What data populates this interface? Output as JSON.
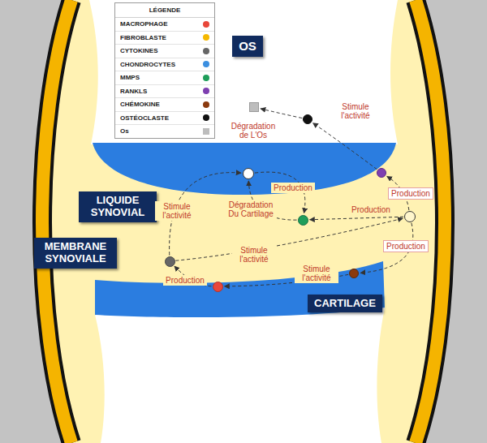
{
  "diagram": {
    "nodes": [
      {
        "text": [
          "OS"
        ]
      },
      {
        "text": [
          "LIQUIDE SYNOVIAL"
        ]
      },
      {
        "text": [
          "MEMBRANE SYNOVIALE"
        ]
      },
      {
        "text": [
          "CARTILAGE"
        ]
      },
      {
        "text": []
      },
      {
        "text": []
      },
      {
        "text": []
      },
      {
        "text": []
      },
      {
        "text": []
      },
      {
        "text": []
      },
      {
        "text": []
      },
      {
        "text": []
      },
      {
        "text": []
      }
    ],
    "edges": [
      {
        "from": 8,
        "to": 6,
        "arrow": "to",
        "label": "Production"
      },
      {
        "from": 6,
        "to": 5,
        "arrow": "to",
        "label": "Stimule l'activité"
      },
      {
        "from": 5,
        "to": 4,
        "arrow": "to",
        "label": "Dégradation de L'Os"
      },
      {
        "from": 8,
        "to": 9,
        "arrow": "to",
        "label": "Production"
      },
      {
        "from": 8,
        "to": 11,
        "arrow": "to",
        "label": "Production"
      },
      {
        "from": 11,
        "to": 12,
        "arrow": "to",
        "label": "Stimule l'activité"
      },
      {
        "from": 12,
        "to": 10,
        "arrow": "to",
        "label": "Production"
      },
      {
        "from": 10,
        "to": 7,
        "arrow": "to",
        "label": "Stimule l'activité"
      },
      {
        "from": 7,
        "to": 9,
        "arrow": "to",
        "label": "Production"
      },
      {
        "from": 9,
        "to": 7,
        "arrow": "to",
        "label": "Dégradation Du Cartilage"
      },
      {
        "from": 10,
        "to": 8,
        "arrow": "to",
        "label": "Stimule l'activité"
      }
    ],
    "labels": [
      "LÉGENDE"
    ],
    "legend": [
      {
        "text": "MACROPHAGE",
        "color": "#e8473a"
      },
      {
        "text": "FIBROBLASTE",
        "color": "#f5b800"
      },
      {
        "text": "CYTOKINES",
        "color": "#666666"
      },
      {
        "text": "CHONDROCYTES",
        "color": "#3b8fe0"
      },
      {
        "text": "MMPS",
        "color": "#1f9e5a"
      },
      {
        "text": "RANKLS",
        "color": "#7e3fb0"
      },
      {
        "text": "CHÉMOKINE",
        "color": "#8b3a0e"
      },
      {
        "text": "OSTÉOCLASTE",
        "color": "#111111"
      },
      {
        "text": "Os",
        "color": "#bdbdbd"
      }
    ]
  }
}
